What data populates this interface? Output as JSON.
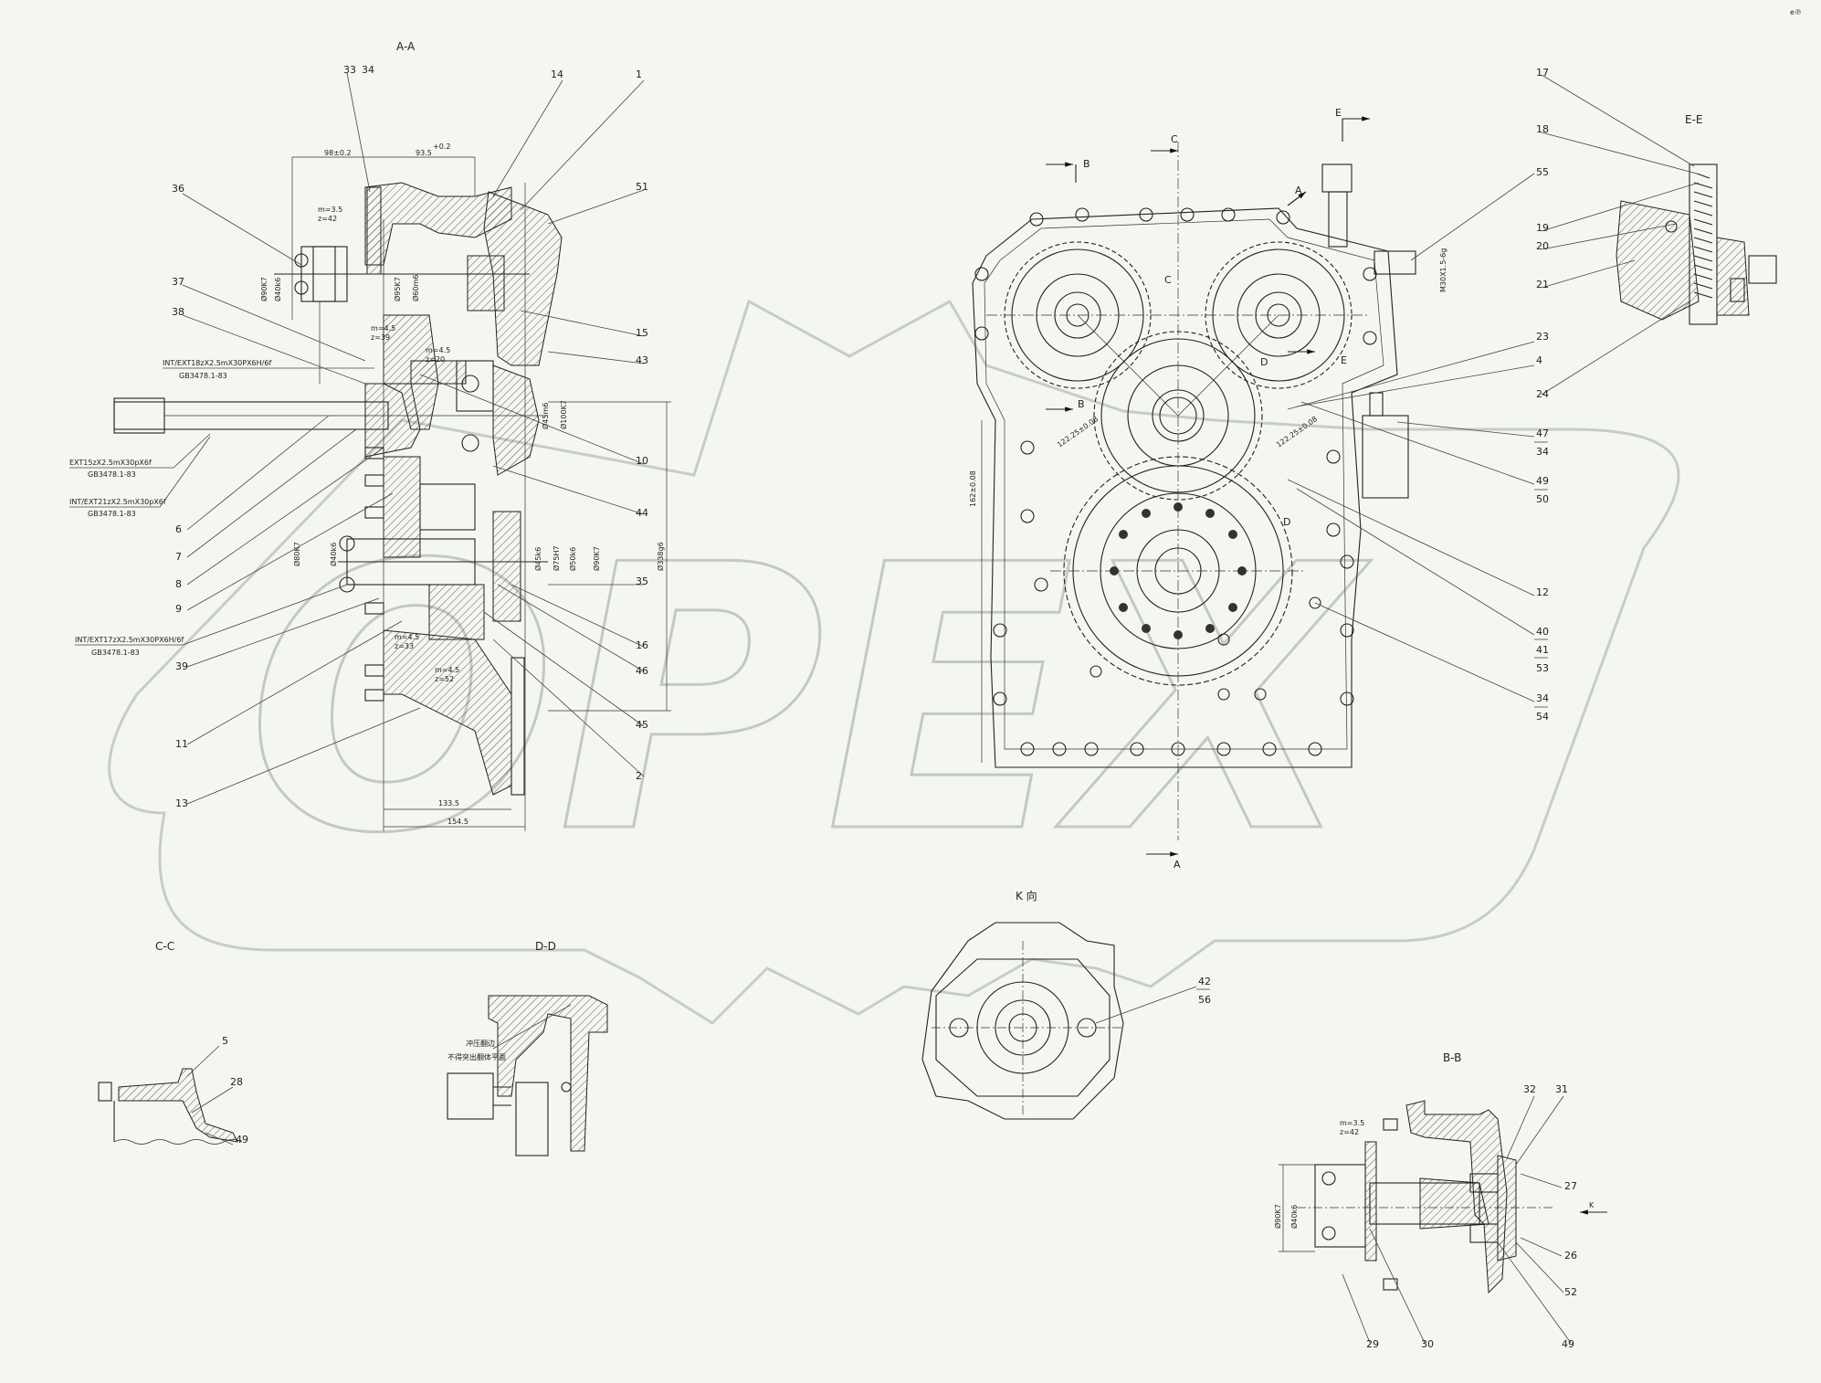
{
  "watermark": {
    "text": "OPEX"
  },
  "corner_mark": "e℗",
  "views": {
    "aa": "A-A",
    "ee": "E-E",
    "cc": "C-C",
    "dd": "D-D",
    "bb": "B-B",
    "k": "K 向"
  },
  "cut_marks": {
    "a": "A",
    "b": "B",
    "c": "C",
    "d": "D",
    "e": "E",
    "k": "K"
  },
  "part_numbers": {
    "p1": "1",
    "p2": "2",
    "p4": "4",
    "p5": "5",
    "p6": "6",
    "p7": "7",
    "p8": "8",
    "p9": "9",
    "p10": "10",
    "p11": "11",
    "p12": "12",
    "p13": "13",
    "p14": "14",
    "p15": "15",
    "p16": "16",
    "p17": "17",
    "p18": "18",
    "p19": "19",
    "p20": "20",
    "p21": "21",
    "p23": "23",
    "p24": "24",
    "p26": "26",
    "p27": "27",
    "p28": "28",
    "p29": "29",
    "p30": "30",
    "p31": "31",
    "p32": "32",
    "p33": "33",
    "p34": "34",
    "p34b": "34",
    "p34c": "34",
    "p35": "35",
    "p36": "36",
    "p37": "37",
    "p38": "38",
    "p39": "39",
    "p40": "40",
    "p41": "41",
    "p42": "42",
    "p43": "43",
    "p44": "44",
    "p45": "45",
    "p46": "46",
    "p47": "47",
    "p49": "49",
    "p49b": "49",
    "p49c": "49",
    "p50": "50",
    "p51": "51",
    "p52": "52",
    "p53": "53",
    "p54": "54",
    "p55": "55",
    "p56": "56"
  },
  "spline_notes": {
    "s1": "INT/EXT18zX2.5mX30PX6H/6f",
    "s1_std": "GB3478.1-83",
    "s2": "EXT15zX2.5mX30pX6f",
    "s2_std": "GB3478.1-83",
    "s3": "INT/EXT21zX2.5mX30pX6f",
    "s3_std": "GB3478.1-83",
    "s4": "INT/EXT17zX2.5mX30PX6H/6f",
    "s4_std": "GB3478.1-83"
  },
  "gear_params": {
    "g1": "m=3.5",
    "g1z": "z=42",
    "g2": "m=4.5",
    "g2z": "z=39",
    "g3": "m=4.5",
    "g3z": "z=20",
    "g4": "m=4.5",
    "g4z": "z=33",
    "g5": "m=4.5",
    "g5z": "z=52",
    "g6": "m=3.5",
    "g6z": "z=42"
  },
  "dims": {
    "d98": "98±0.2",
    "d935": "93.5",
    "d935tol": "+0.2",
    "d1335": "133.5",
    "d1545": "154.5",
    "d338": "Ø338g6",
    "d90k7": "Ø90K7",
    "d40k6": "Ø40k6",
    "d95k7": "Ø95K7",
    "d60m6": "Ø60m6",
    "d45m6": "Ø45m6",
    "d100k7": "Ø100K7",
    "d80k7": "Ø80K7",
    "d40k6b": "Ø40k6",
    "d45k6": "Ø45k6",
    "d75h7": "Ø75H7",
    "d50k6": "Ø50k6",
    "d90k7b": "Ø90K7",
    "d162": "162±0.08",
    "d1225": "122.25±0.08",
    "d1225b": "122.25±0.08",
    "m30": "M30X1.5-6g",
    "bb90": "Ø90K7",
    "bb40": "Ø40k6"
  },
  "notes": {
    "dd1": "冲压翻边",
    "dd2": "不得突出翻体平面"
  }
}
